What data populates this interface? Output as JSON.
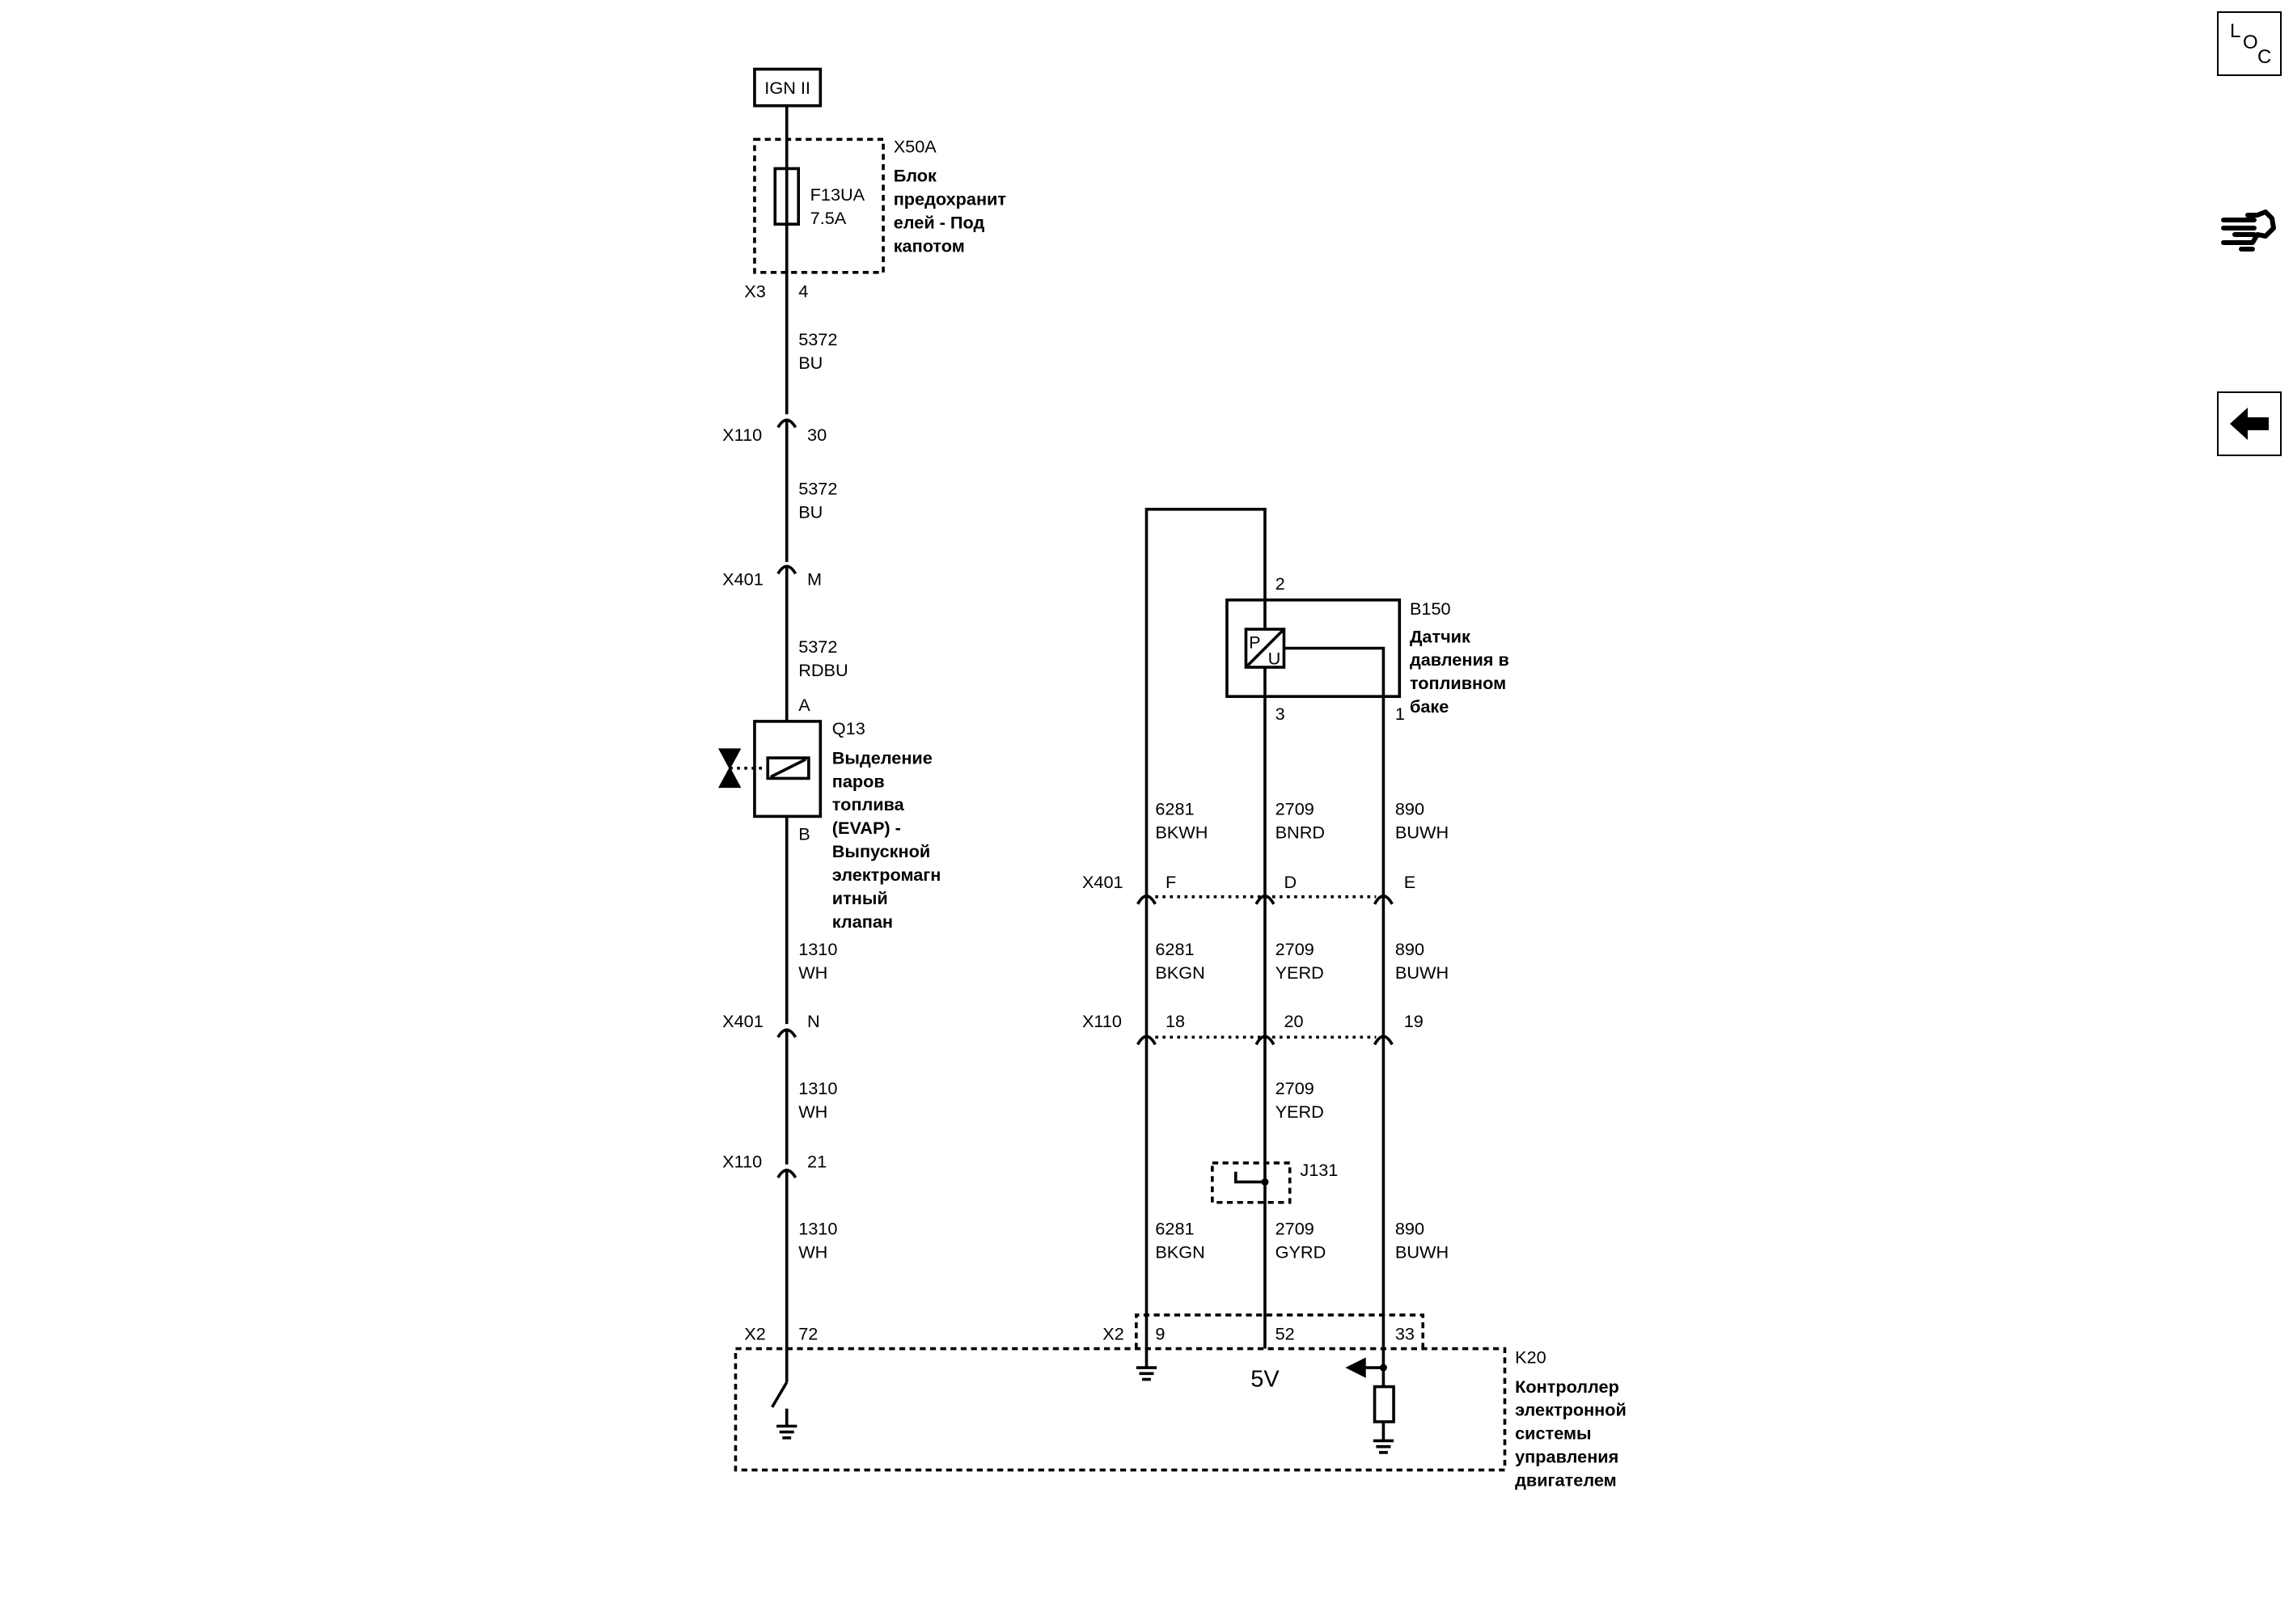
{
  "ign_label": "IGN II",
  "fuse_block": {
    "ref": "X50A",
    "name_lines": [
      "Блок",
      "предохранит",
      "елей - Под",
      "капотом"
    ],
    "fuse": "F13UA",
    "rating": "7.5A",
    "conn": "X3",
    "pin": "4"
  },
  "left_wires": [
    {
      "num": "5372",
      "color": "BU"
    },
    {
      "num": "5372",
      "color": "BU"
    },
    {
      "num": "5372",
      "color": "RDBU"
    },
    {
      "num": "1310",
      "color": "WH"
    },
    {
      "num": "1310",
      "color": "WH"
    },
    {
      "num": "1310",
      "color": "WH"
    }
  ],
  "left_connectors": [
    {
      "name": "X110",
      "pin": "30"
    },
    {
      "name": "X401",
      "pin": "M"
    },
    {
      "name": "X401",
      "pin": "N"
    },
    {
      "name": "X110",
      "pin": "21"
    }
  ],
  "valve": {
    "ref": "Q13",
    "pin_a": "A",
    "pin_b": "B",
    "name_lines": [
      "Выделение",
      "паров",
      "топлива",
      "(EVAP) -",
      "Выпускной",
      "электромагн",
      "итный",
      "клапан"
    ]
  },
  "sensor": {
    "ref": "B150",
    "name_lines": [
      "Датчик",
      "давления в",
      "топливном",
      "баке"
    ],
    "pin_top": "2",
    "pin_bl": "3",
    "pin_br": "1",
    "symbol_p": "P",
    "symbol_u": "U"
  },
  "wire_rows": {
    "row1": [
      {
        "num": "6281",
        "color": "BKWH"
      },
      {
        "num": "2709",
        "color": "BNRD"
      },
      {
        "num": "890",
        "color": "BUWH"
      }
    ],
    "row2": [
      {
        "num": "6281",
        "color": "BKGN"
      },
      {
        "num": "2709",
        "color": "YERD"
      },
      {
        "num": "890",
        "color": "BUWH"
      }
    ],
    "row3": [
      {
        "num": "2709",
        "color": "YERD"
      }
    ],
    "row4": [
      {
        "num": "6281",
        "color": "BKGN"
      },
      {
        "num": "2709",
        "color": "GYRD"
      },
      {
        "num": "890",
        "color": "BUWH"
      }
    ]
  },
  "mid_connectors": [
    {
      "name": "X401",
      "pins": [
        "F",
        "D",
        "E"
      ]
    },
    {
      "name": "X110",
      "pins": [
        "18",
        "20",
        "19"
      ]
    }
  ],
  "splice": {
    "ref": "J131"
  },
  "ecm": {
    "ref": "K20",
    "name_lines": [
      "Контроллер",
      "электронной",
      "системы",
      "управления",
      "двигателем"
    ],
    "conn_left": "X2",
    "pin_left": "72",
    "conn_right": "X2",
    "pins_right": [
      "9",
      "52",
      "33"
    ],
    "voltage": "5V"
  },
  "nav": {
    "loc_l": "L",
    "loc_o": "O",
    "loc_c": "C"
  }
}
